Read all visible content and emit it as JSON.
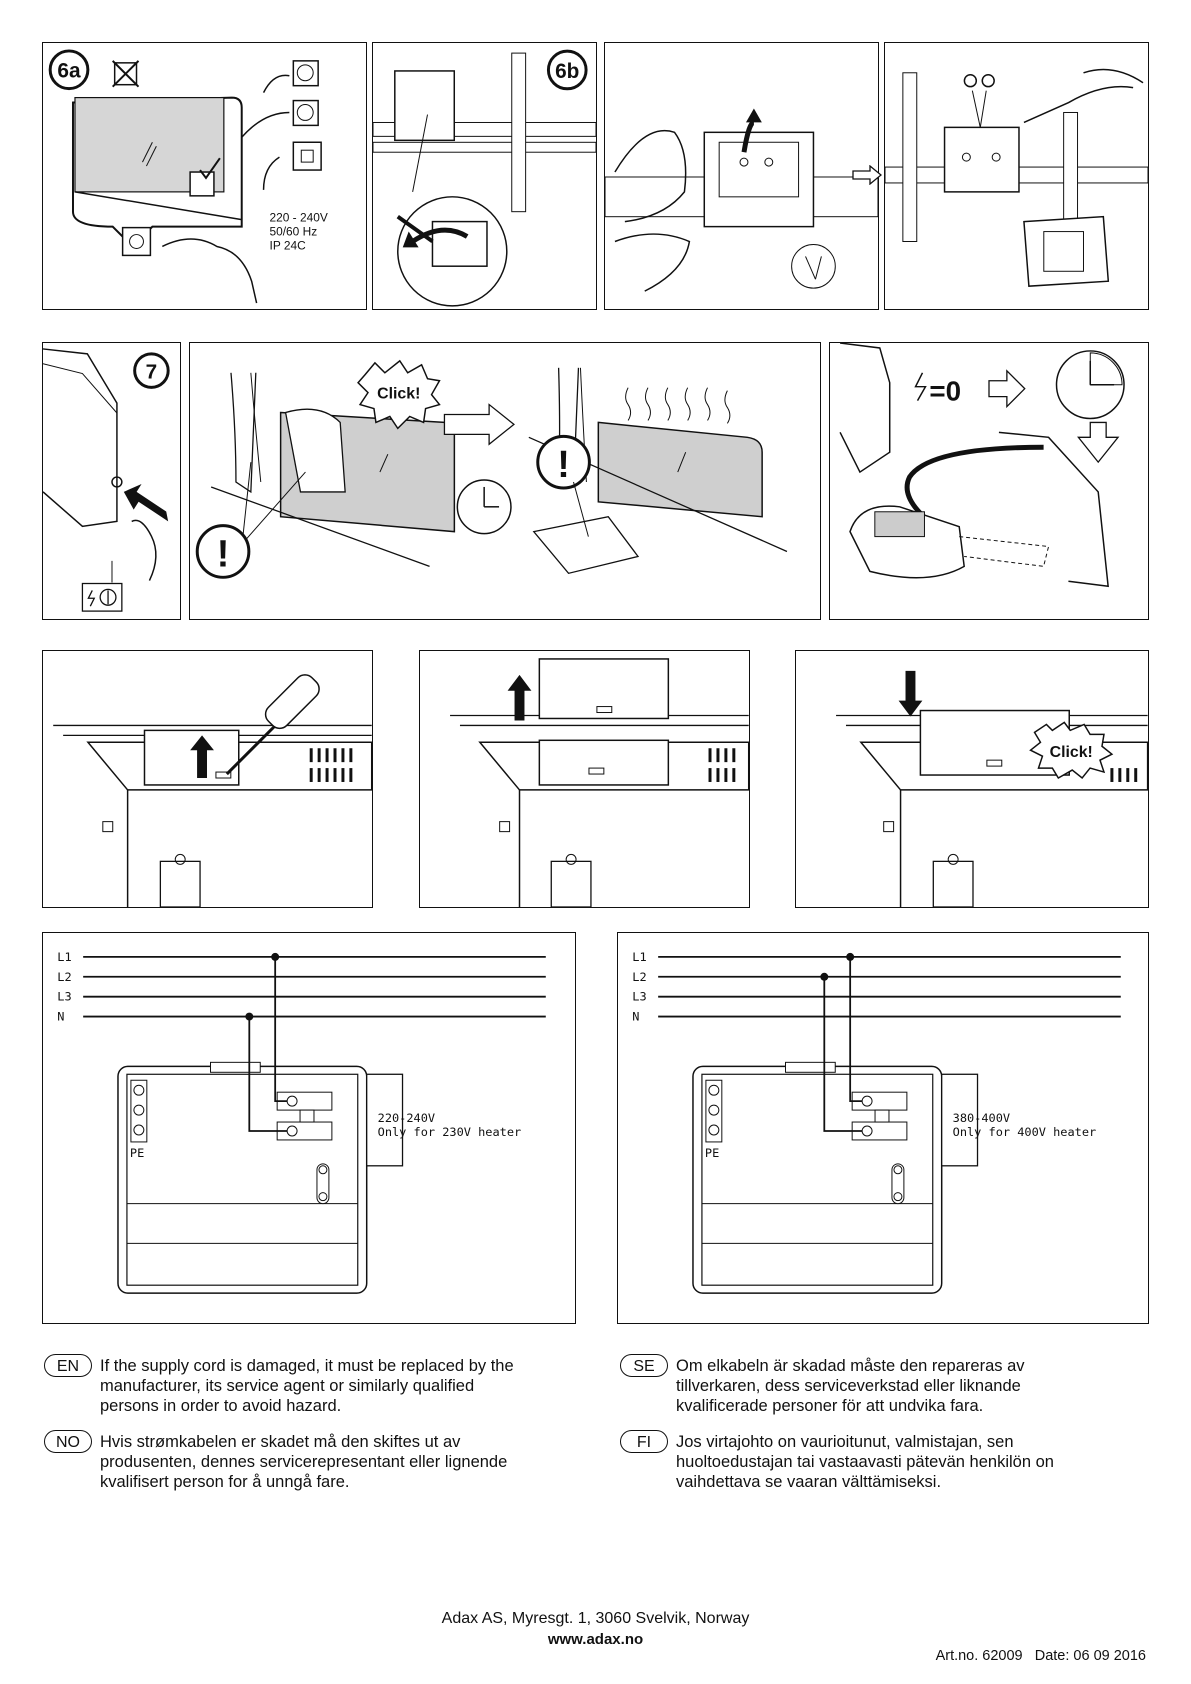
{
  "steps": {
    "s6a": "6a",
    "s6b": "6b",
    "s7": "7"
  },
  "specs": {
    "voltage": "220 - 240V",
    "frequency": "50/60 Hz",
    "ip": "IP 24C"
  },
  "callouts": {
    "click1": "Click!",
    "click2": "Click!",
    "power_zero": "=0",
    "exclam": "!"
  },
  "wiring": {
    "lines": [
      "L1",
      "L2",
      "L3",
      "N"
    ],
    "pe": "PE",
    "left_voltage": "220-240V",
    "left_note": "Only for 230V heater",
    "right_voltage": "380-400V",
    "right_note": "Only for 400V heater"
  },
  "notes": [
    {
      "lang": "EN",
      "text": "If the supply cord is damaged, it must be replaced by the manufacturer, its service agent or similarly qualified persons in order to avoid hazard."
    },
    {
      "lang": "SE",
      "text": "Om elkabeln är skadad måste den repareras av tillverkaren, dess serviceverkstad eller liknande kvalificerade personer för att undvika fara."
    },
    {
      "lang": "NO",
      "text": "Hvis strømkabelen er skadet må den skiftes ut av produsenten, dennes servicerepresentant eller lignende kvalifisert person for å unngå fare."
    },
    {
      "lang": "FI",
      "text": "Jos virtajohto on vaurioitunut, valmistajan, sen huoltoedustajan tai vastaavasti pätevän henkilön on vaihdettava se vaaran välttämiseksi."
    }
  ],
  "footer": {
    "address": "Adax AS, Myresgt. 1, 3060 Svelvik, Norway",
    "website": "www.adax.no",
    "art_no": "Art.no. 62009",
    "date": "Date: 06 09 2016"
  }
}
